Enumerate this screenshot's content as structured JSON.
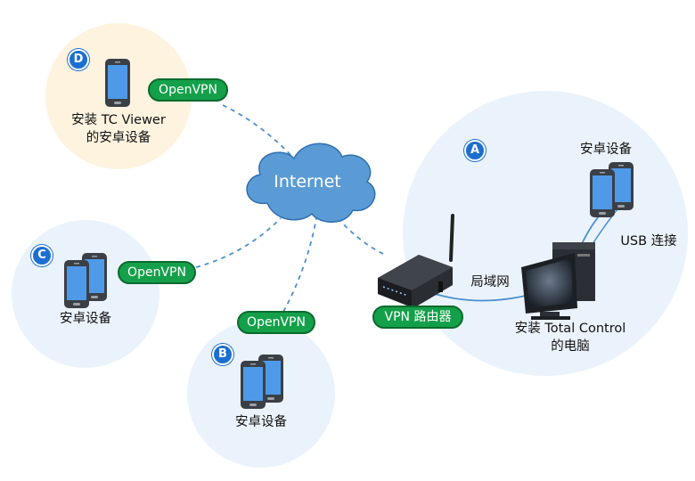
{
  "internet_label": "Internet",
  "group_a": {
    "badge": "A",
    "phone_label": "安卓设备",
    "usb_label": "USB 连接",
    "pc_label_line1": "安装 Total Control",
    "pc_label_line2": "的电脑",
    "lan_label": "局域网"
  },
  "router": {
    "label": "VPN 路由器"
  },
  "group_b": {
    "badge": "B",
    "vpn_label": "OpenVPN",
    "phone_label": "安卓设备"
  },
  "group_c": {
    "badge": "C",
    "vpn_label": "OpenVPN",
    "phone_label": "安卓设备"
  },
  "group_d": {
    "badge": "D",
    "vpn_label": "OpenVPN",
    "phone_label_line1": "安装 TC Viewer",
    "phone_label_line2": "的安卓设备"
  },
  "colors": {
    "circle_blue": "#eaf3fb",
    "circle_cream": "#fdf3df",
    "openvpn_green": "#14a04a",
    "badge_blue": "#1c6fd0",
    "cloud_blue": "#5b9bd5",
    "link_line": "#4a8fd0"
  }
}
